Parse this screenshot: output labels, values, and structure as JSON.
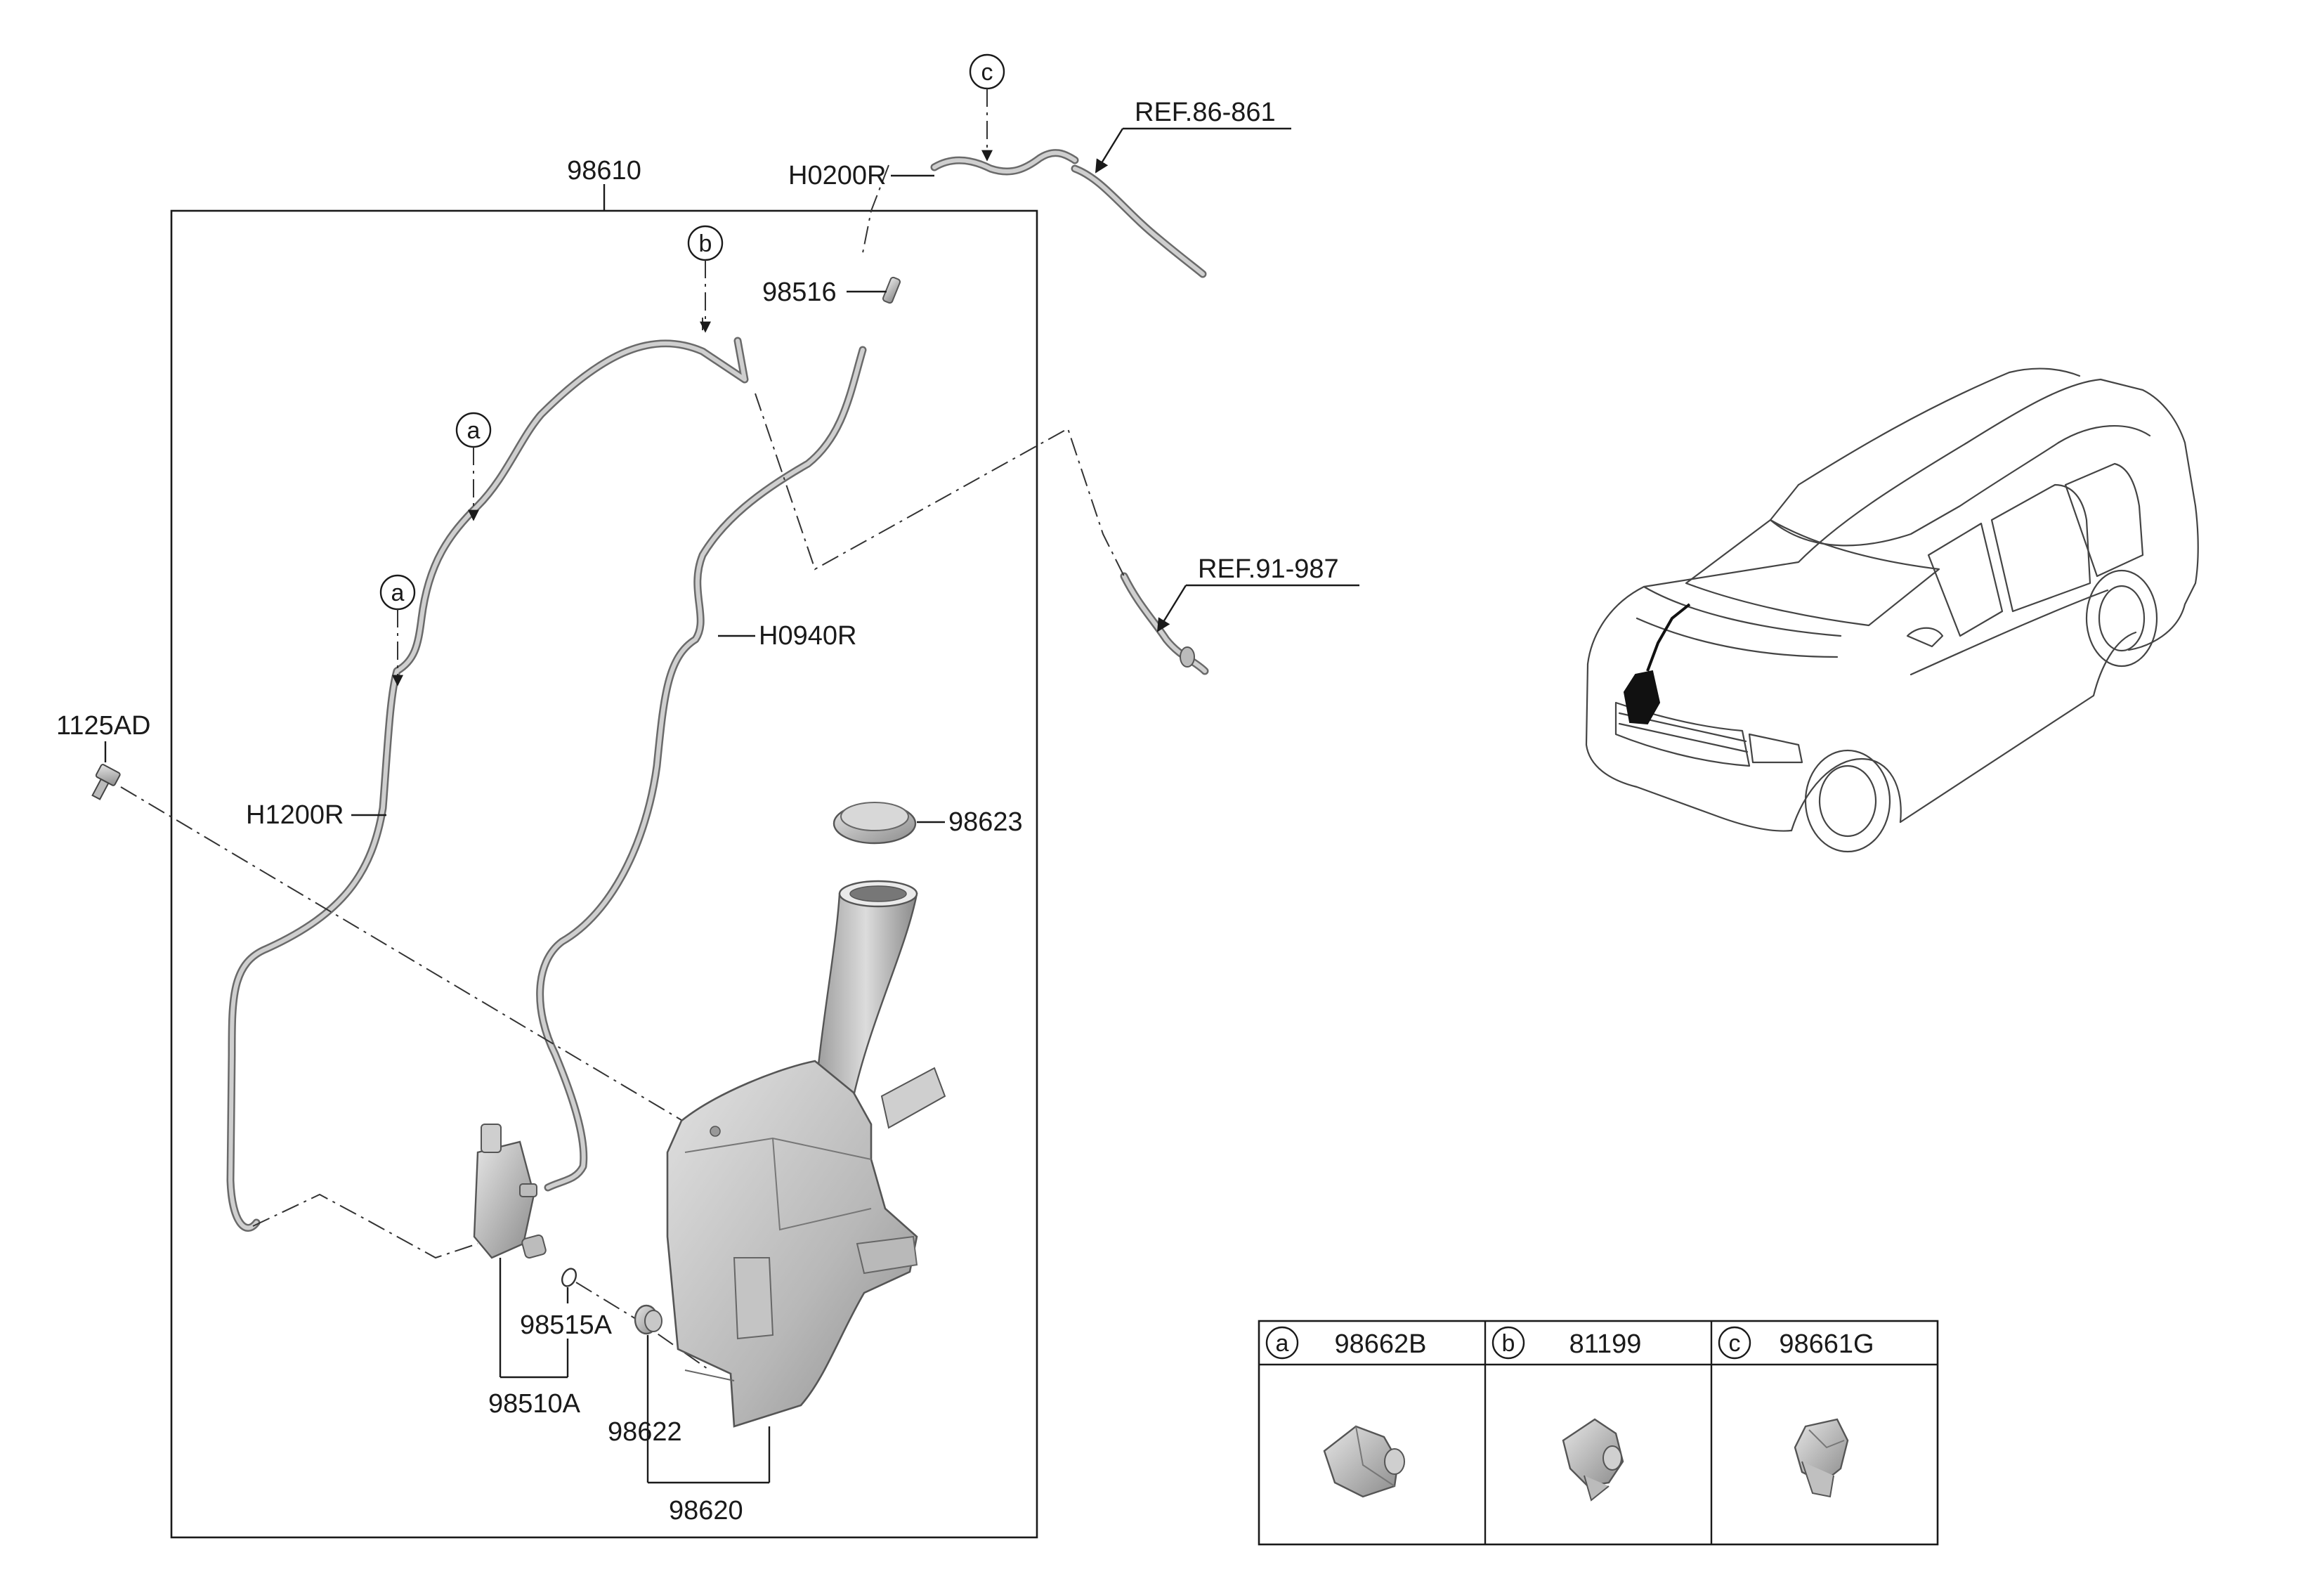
{
  "assembly": {
    "label": "98610"
  },
  "callouts": {
    "a1": "a",
    "a2": "a",
    "b": "b",
    "c": "c"
  },
  "hoses": {
    "h0200r": "H0200R",
    "h0940r": "H0940R",
    "h1200r": "H1200R"
  },
  "parts": {
    "connector_98516": "98516",
    "bolt_1125ad": "1125AD",
    "cap_98623": "98623",
    "pump_seal_98515a": "98515A",
    "pump_98510a": "98510A",
    "grommet_98622": "98622",
    "reservoir_98620": "98620"
  },
  "references": {
    "ref_86": "REF.86-861",
    "ref_91": "REF.91-987"
  },
  "legend": {
    "items": [
      {
        "letter": "a",
        "part_no": "98662B"
      },
      {
        "letter": "b",
        "part_no": "81199"
      },
      {
        "letter": "c",
        "part_no": "98661G"
      }
    ]
  }
}
